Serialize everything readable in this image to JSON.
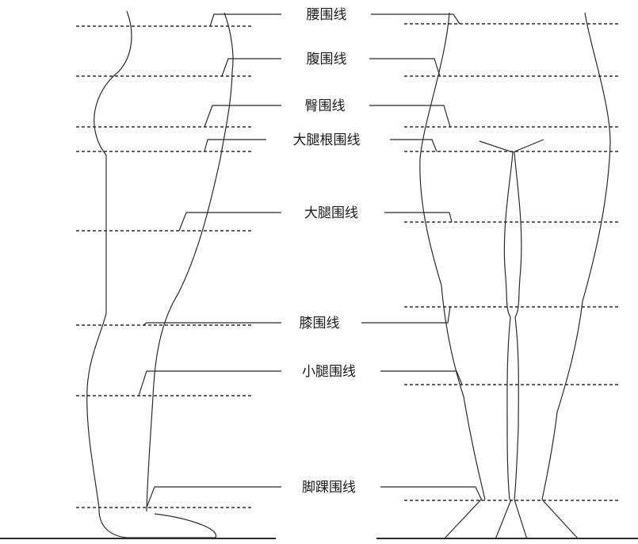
{
  "labels": [
    {
      "key": "waist",
      "text": "腰围线"
    },
    {
      "key": "abdomen",
      "text": "腹围线"
    },
    {
      "key": "hip",
      "text": "臀围线"
    },
    {
      "key": "thigh_root",
      "text": "大腿根围线"
    },
    {
      "key": "thigh",
      "text": "大腿围线"
    },
    {
      "key": "knee",
      "text": "膝围线"
    },
    {
      "key": "calf",
      "text": "小腿围线"
    },
    {
      "key": "ankle",
      "text": "脚踝围线"
    }
  ],
  "colors": {
    "line": "#2b2b2b",
    "text": "#1a1a1a",
    "background": "#ffffff"
  }
}
